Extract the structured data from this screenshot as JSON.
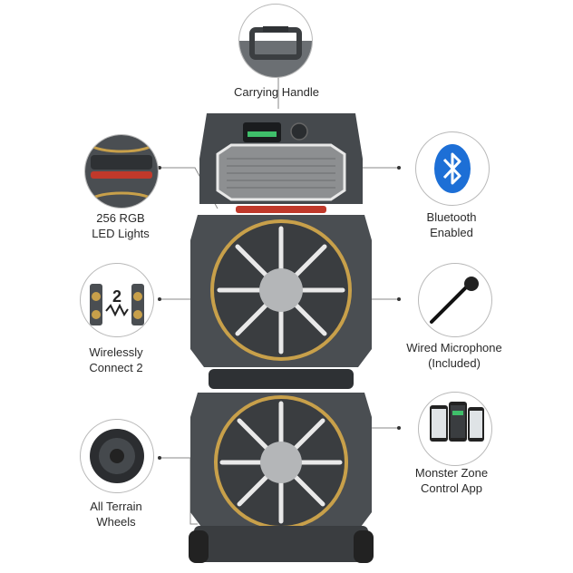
{
  "features": {
    "carrying_handle": {
      "icon": "handle-icon",
      "label": "Carrying Handle"
    },
    "led_lights": {
      "icon": "led-lights-icon",
      "line1": "256 RGB",
      "line2": "LED Lights"
    },
    "bluetooth": {
      "icon": "bluetooth-icon",
      "line1": "Bluetooth",
      "line2": "Enabled"
    },
    "wireless": {
      "icon": "wireless-connect-icon",
      "line1": "Wirelessly",
      "line2": "Connect 2",
      "badge": "2"
    },
    "microphone": {
      "icon": "microphone-icon",
      "line1": "Wired Microphone",
      "line2": "(Included)"
    },
    "wheels": {
      "icon": "wheel-icon",
      "line1": "All Terrain",
      "line2": "Wheels"
    },
    "app": {
      "icon": "phone-app-icon",
      "line1": "Monster Zone",
      "line2": "Control App"
    }
  },
  "colors": {
    "speaker_body": "#4a4e52",
    "speaker_dark": "#2e3134",
    "accent_gold": "#c8a04a",
    "accent_red": "#c0392b",
    "bluetooth_blue": "#1d6fd6",
    "line_gray": "#8a8a8a"
  }
}
